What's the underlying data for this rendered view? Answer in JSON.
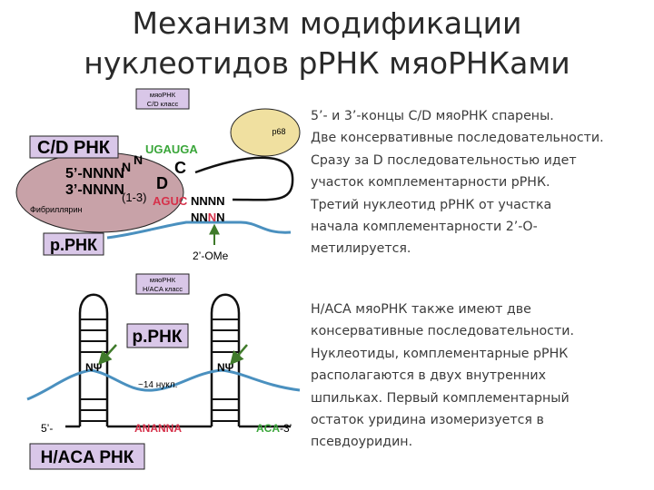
{
  "title": {
    "line1": "Механизм модификации",
    "line2": "нуклеотидов рРНК мяоРНКами"
  },
  "cd_panel": {
    "class_label_line1": "мяоРНК",
    "class_label_line2": "C/D класс",
    "cd_rna_label": "C/D РНК",
    "protein_label": "р68",
    "fibrillarin_label": "Фибриллярин",
    "five_prime_strand": "5’-NNNN",
    "three_prime_strand": "3’-NNNN",
    "n_top_1": "N",
    "n_top_2": "N",
    "box_c_seq": "UGAUGA",
    "box_c_letter": "C",
    "box_d_letter": "D",
    "bracket": "(1-3)",
    "box_d_seq": "AGUC",
    "after_d_seq": "NNNN",
    "rrna_pair_seq_1": "NN",
    "rrna_pair_seq_mod": "N",
    "rrna_pair_seq_2": "N",
    "rrna_label": "р.РНК",
    "methyl_label": "2’-OMe"
  },
  "haca_panel": {
    "class_label_line1": "мяоРНК",
    "class_label_line2": "H/ACA класс",
    "rrna_label": "р.РНК",
    "spacer_label": "~14 нукл.",
    "five_prime": "5’-",
    "anana": "ANANNA",
    "aca": "ACA",
    "three_prime": "-3’",
    "psi_left": "NΨ",
    "psi_right": "NΨ",
    "haca_label": "H/ACA РНК"
  },
  "text_cd": [
    "5’- и 3’-концы C/D мяоРНК спарены.",
    "Две консервативные последовательности.",
    "Сразу за D последовательностью идет",
    "участок комплементарности рРНК.",
    "Третий нуклеотид  рРНК от участка",
    "начала комплементарности 2’-О-",
    "метилируется."
  ],
  "text_haca": [
    "Н/АСА мяоРНК также имеют две",
    "консервативные последовательности.",
    "Нуклеотиды, комплементарные рРНК",
    "располагаются в двух внутренних",
    "шпильках. Первый комплементарный",
    "остаток уридина изомеризуется в",
    "псевдоуридин."
  ],
  "colors": {
    "box_seq_green": "#3aa63a",
    "box_seq_red": "#d6314a",
    "rrna_blue": "#4a90bf",
    "fibrillarin_fill": "#c8a2a8",
    "p68_fill": "#f0e0a0",
    "label_box_fill": "#d9c7e8",
    "arrow_green": "#3f7a2a"
  }
}
